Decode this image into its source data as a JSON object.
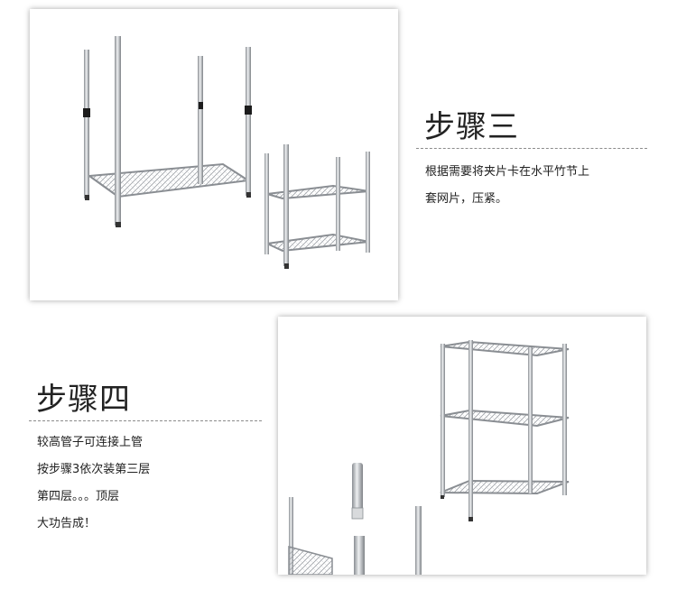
{
  "step3": {
    "title": "步骤三",
    "lines": [
      "根据需要将夹片卡在水平竹节上",
      "套网片，压紧。"
    ]
  },
  "step4": {
    "title": "步骤四",
    "lines": [
      "较高管子可连接上管",
      "按步骤3依次装第三层",
      "第四层。。。顶层",
      "大功告成！"
    ]
  },
  "colors": {
    "chrome": "#b9bcc0",
    "chrome_dark": "#7d8186",
    "sleeve": "#1c1c1c",
    "dash": "#8c8c8c"
  }
}
